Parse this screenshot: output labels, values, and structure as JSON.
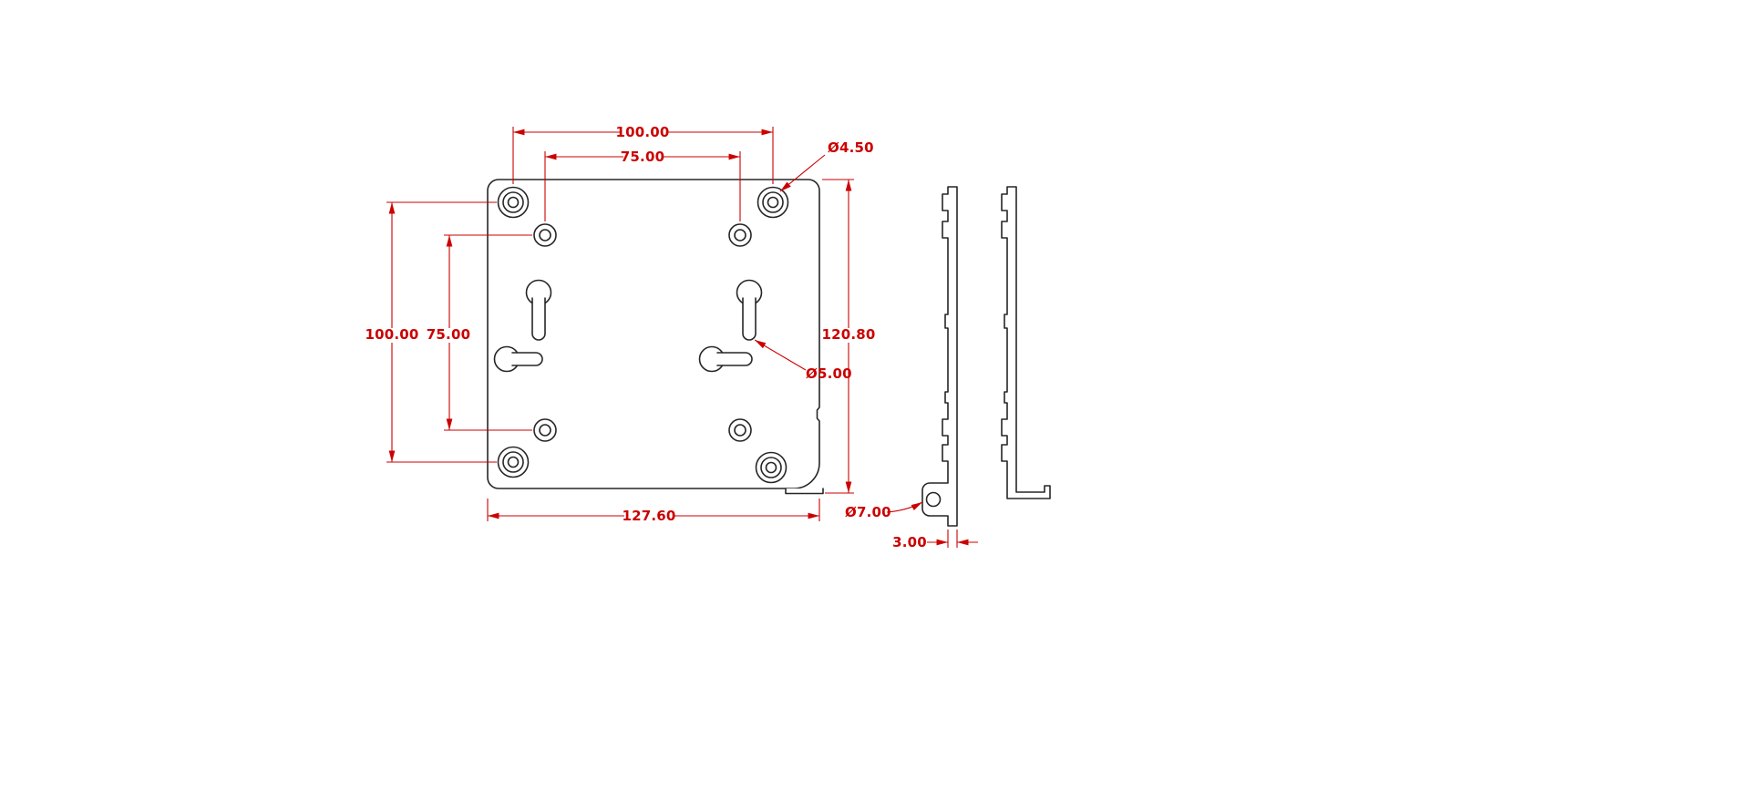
{
  "page": {
    "background": "#ffffff"
  },
  "drawing": {
    "line_color": "#262626",
    "dimension_color": "#cc0000",
    "labels": {
      "top_width": "100.00",
      "top_inner_width": "75.00",
      "corner_hole_diameter": "Ø4.50",
      "left_height": "100.00",
      "left_inner_height": "75.00",
      "overall_height": "120.80",
      "overall_width": "127.60",
      "keyhole_slot_diameter": "Ø5.00",
      "tab_hole_diameter": "Ø7.00",
      "plate_thickness": "3.00"
    }
  }
}
